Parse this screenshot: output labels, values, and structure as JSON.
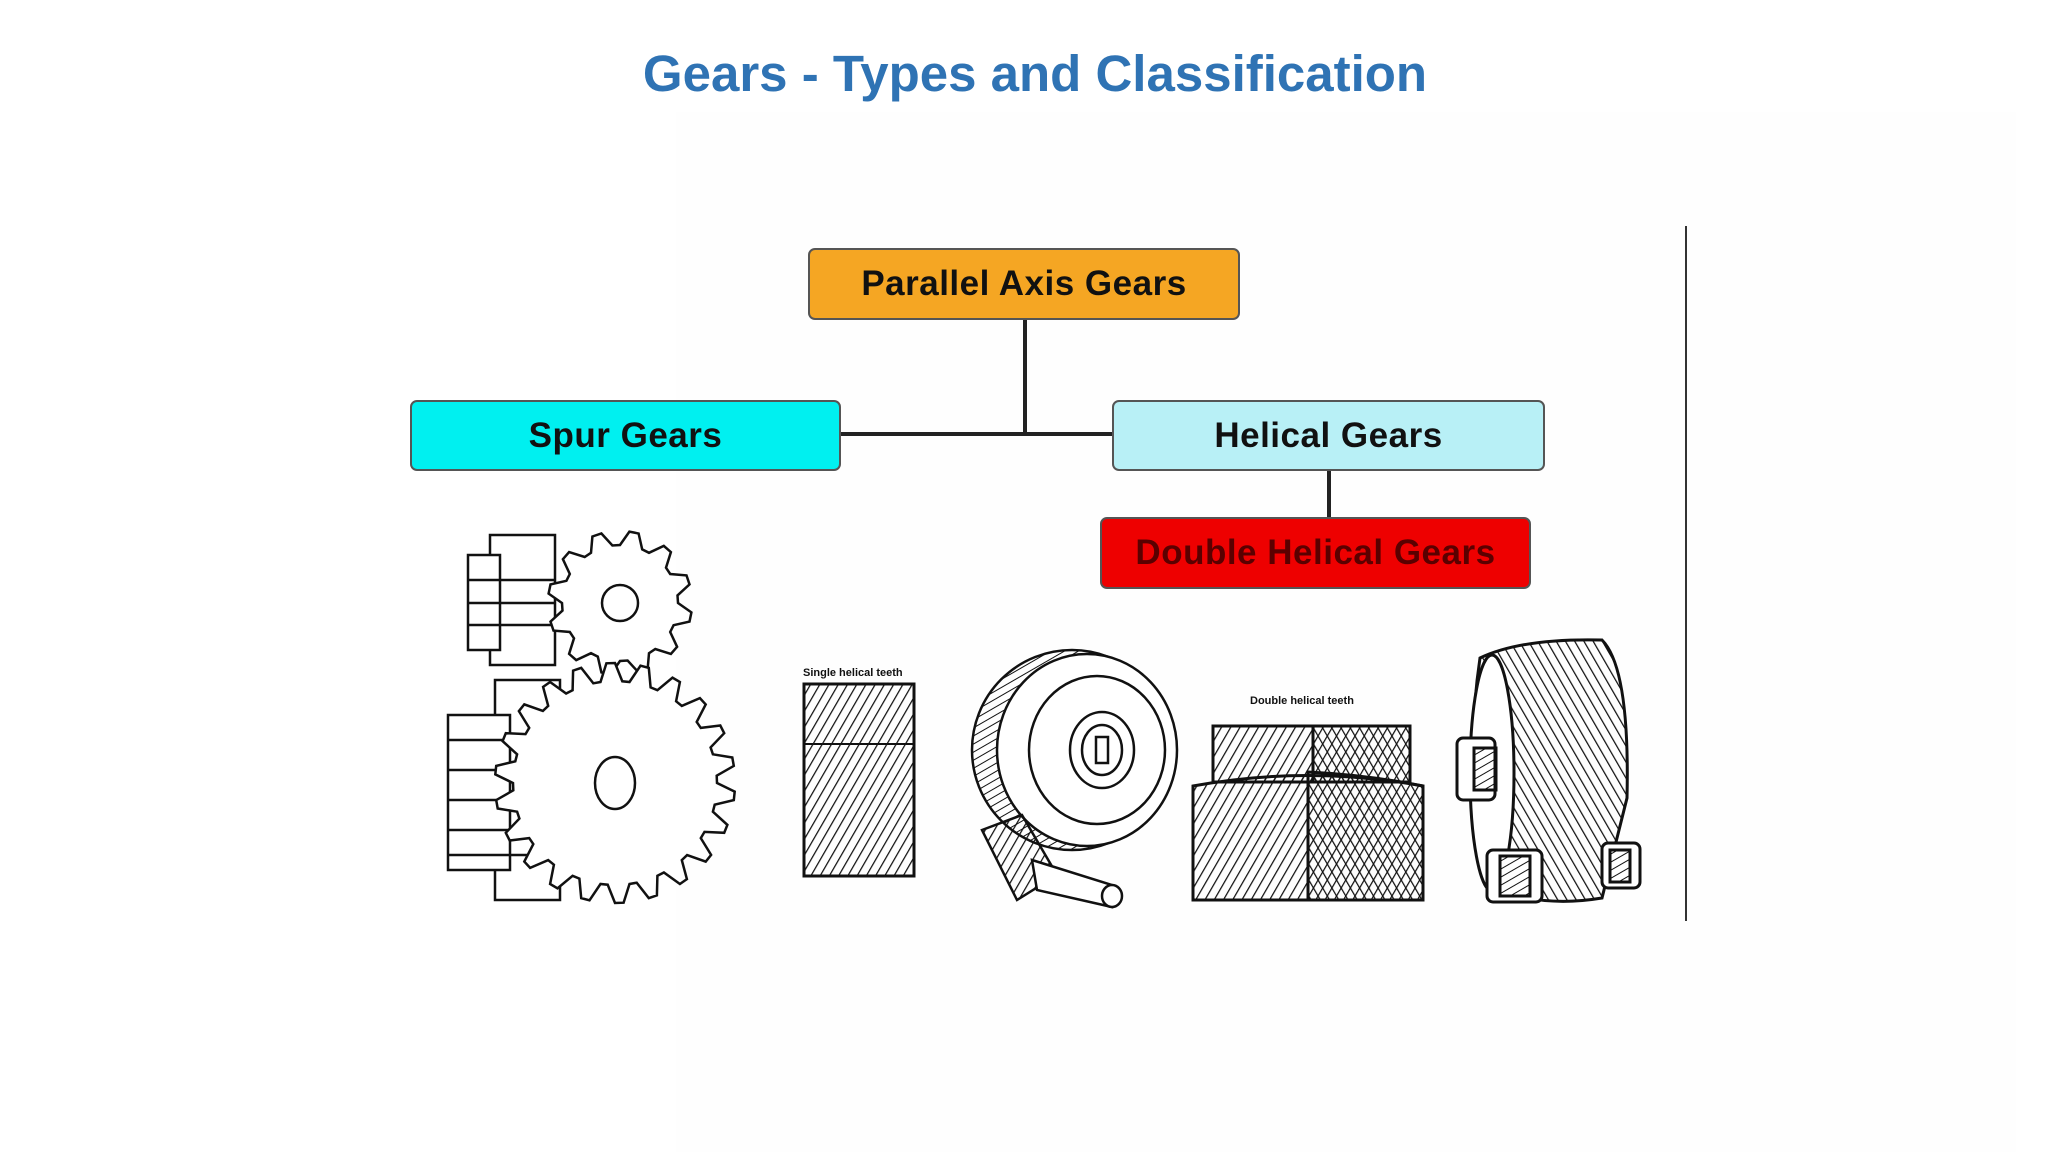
{
  "slide": {
    "title": "Gears - Types and Classification"
  },
  "diagram": {
    "root": {
      "label": "Parallel Axis Gears",
      "color": "#f5a623"
    },
    "spur": {
      "label": "Spur Gears",
      "color": "#00f0f0"
    },
    "helical": {
      "label": "Helical Gears",
      "color": "#b8f0f6"
    },
    "double_helical": {
      "label": "Double Helical Gears",
      "color": "#ee0000",
      "text_color": "#5a0000"
    }
  },
  "illustrations": {
    "single_helical_caption": "Single helical teeth",
    "double_helical_caption": "Double helical teeth"
  }
}
